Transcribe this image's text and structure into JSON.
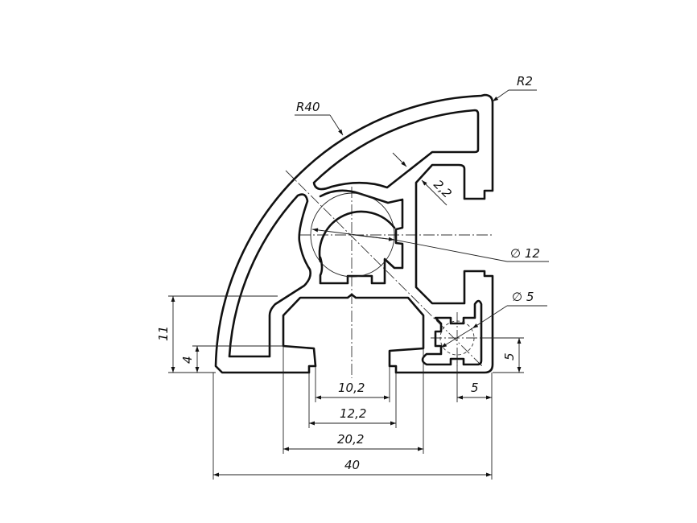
{
  "drawing": {
    "title": "Aluminium profile quarter-round cross-section",
    "labels": {
      "outer_radius": "R40",
      "corner_radius": "R2",
      "wall_thickness": "2,2",
      "bore_large": "∅ 12",
      "bore_small": "∅ 5",
      "height_11": "11",
      "height_4": "4",
      "small_bore_vertical": "5",
      "small_bore_horizontal": "5",
      "slot_opening": "10,2",
      "slot_lip": "12,2",
      "slot_width": "20,2",
      "overall_width": "40"
    }
  }
}
